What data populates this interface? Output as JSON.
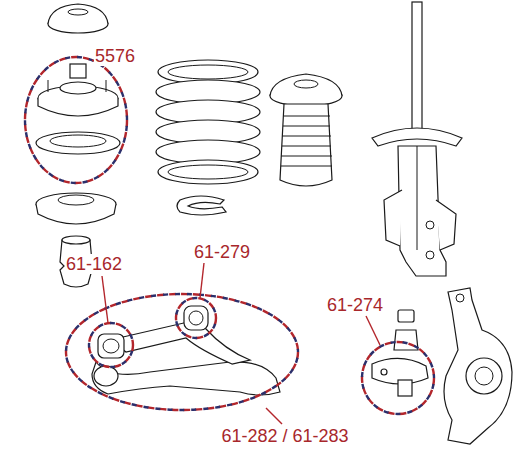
{
  "diagram": {
    "labels": [
      "5576",
      "61-162",
      "61-279",
      "61-274",
      "61-282 / 61-283"
    ]
  }
}
